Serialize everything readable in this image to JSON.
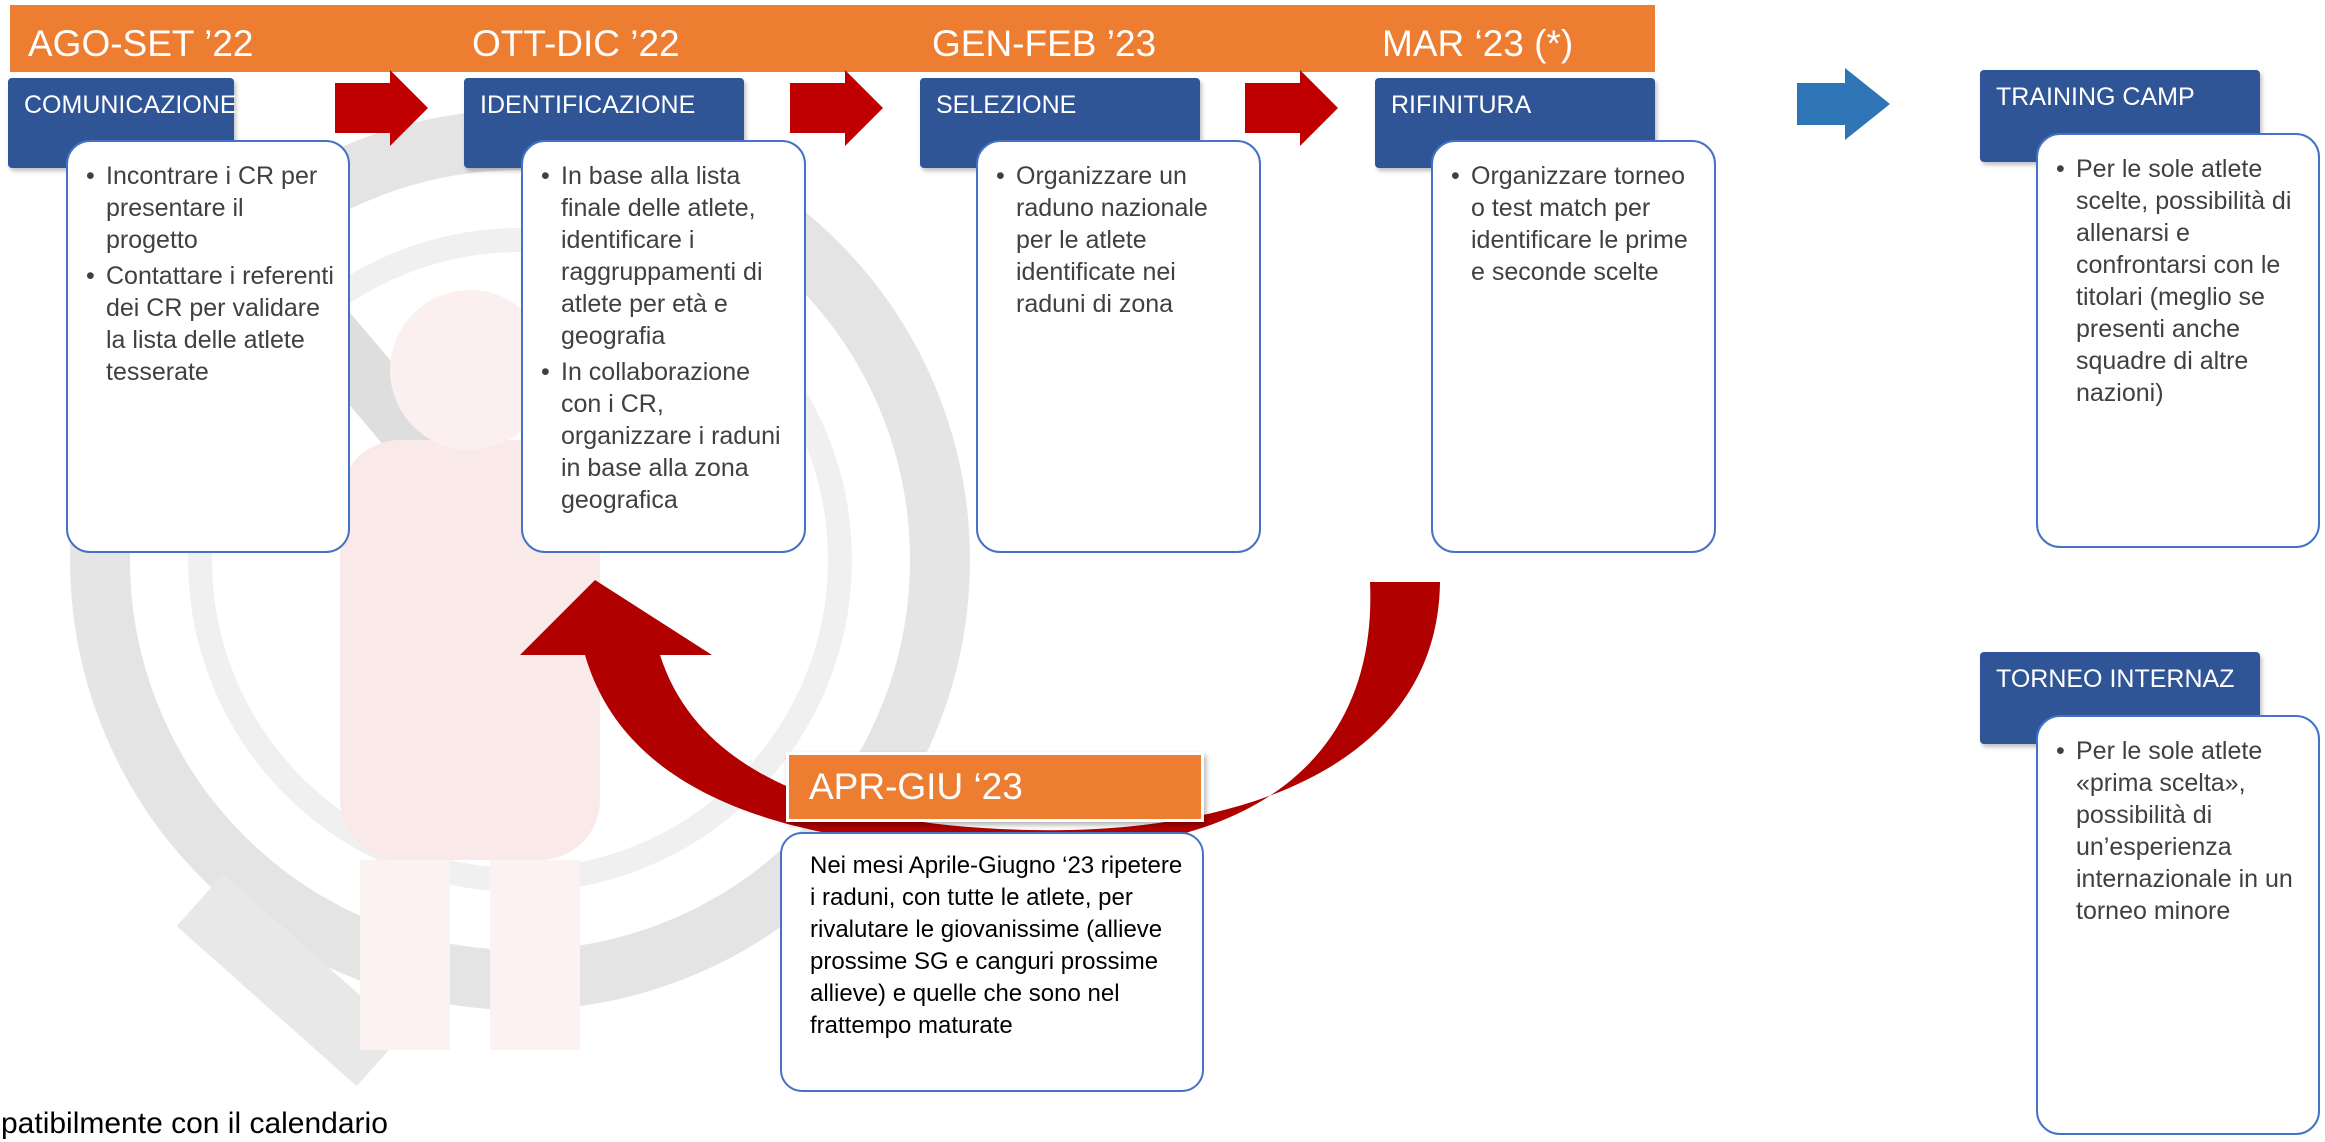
{
  "timeline": {
    "periods": [
      "AGO-SET ’22",
      "OTT-DIC ’22",
      "GEN-FEB ’23",
      "MAR ‘23 (*)"
    ],
    "color": "#ED7D31"
  },
  "stages": [
    {
      "title": "COMUNICAZIONE",
      "bullets": [
        "Incontrare i CR per presentare il progetto",
        "Contattare i referenti dei CR per validare la lista delle atlete tesserate"
      ]
    },
    {
      "title": "IDENTIFICAZIONE",
      "bullets": [
        "In base alla lista finale delle atlete, identificare i raggruppamenti di atlete per età e geografia",
        "In collaborazione con i CR, organizzare i raduni in base alla zona geografica"
      ]
    },
    {
      "title": "SELEZIONE",
      "bullets": [
        "Organizzare un raduno nazionale per le atlete identificate nei raduni di zona"
      ]
    },
    {
      "title": "RIFINITURA",
      "bullets": [
        "Organizzare torneo o test match per identificare le prime e seconde scelte"
      ]
    }
  ],
  "outcomes": [
    {
      "title": "TRAINING CAMP",
      "bullets": [
        "Per le sole atlete scelte, possibilità di allenarsi e confrontarsi con le titolari (meglio se presenti anche squadre di altre nazioni)"
      ]
    },
    {
      "title": "TORNEO INTERNAZ",
      "bullets": [
        "Per le sole atlete «prima scelta», possibilità di un’esperienza internazionale in un torneo minore"
      ]
    }
  ],
  "loop": {
    "period": "APR-GIU ‘23",
    "text": "Nei mesi Aprile-Giugno ‘23 ripetere i raduni, con tutte le atlete, per rivalutare le giovanissime (allieve prossime SG e canguri prossime allieve) e quelle che sono nel frattempo maturate"
  },
  "footer": {
    "text": "mpatibilmente con il calendario"
  },
  "colors": {
    "orange": "#ED7D31",
    "navy": "#2F5597",
    "box_border": "#4472C4",
    "arrow_red": "#C00000",
    "arrow_blue": "#2E75B6"
  }
}
